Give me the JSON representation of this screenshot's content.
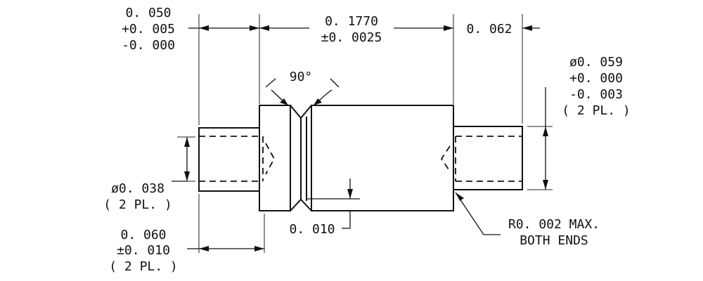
{
  "dimensions": {
    "left_shoulder_length": {
      "nominal": "0. 050",
      "upper": "+0. 005",
      "lower": "-0. 000"
    },
    "center_length": {
      "nominal": "0. 1770",
      "tolerance": "±0. 0025"
    },
    "right_length": "0. 062",
    "groove_angle": "90°",
    "right_pin_diameter": {
      "nominal": "ø0. 059",
      "upper": "+0. 000",
      "lower": "-0. 003",
      "note": "( 2  PL. )"
    },
    "left_pin_diameter": {
      "nominal": "ø0. 038",
      "note": "( 2  PL. )"
    },
    "groove_depth": "0. 010",
    "end_pin_length": {
      "nominal": "0. 060",
      "tolerance": "±0. 010",
      "note": "( 2  PL. )"
    },
    "radius_note": {
      "line1": "R0. 002  MAX.",
      "line2": "BOTH  ENDS"
    }
  },
  "colors": {
    "ink": "#111111",
    "paper": "#ffffff"
  }
}
